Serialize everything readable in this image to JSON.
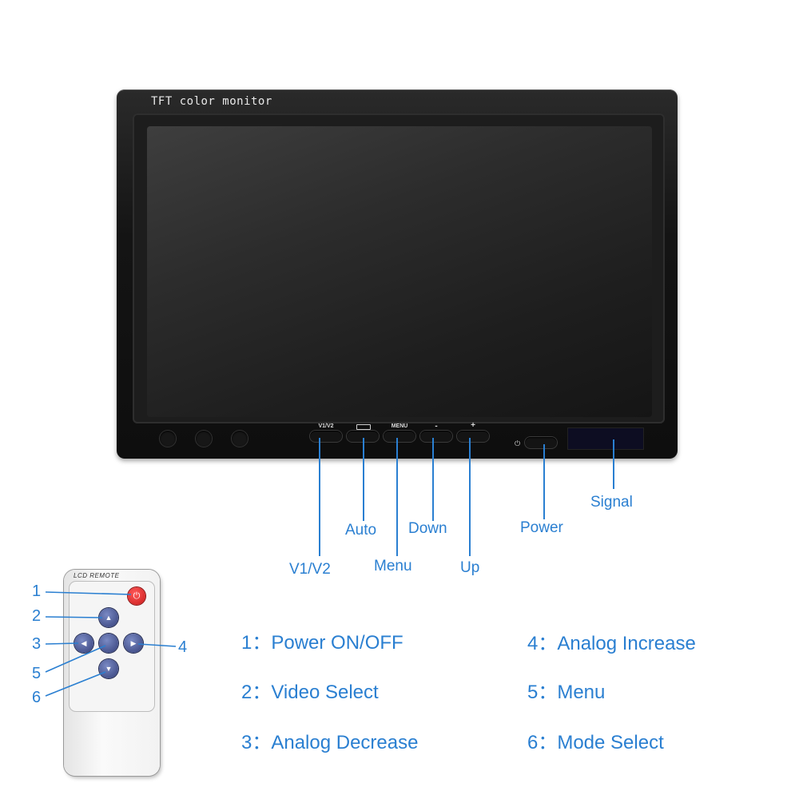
{
  "monitor": {
    "title": "TFT color monitor",
    "button_labels": {
      "v1v2": "V1/V2",
      "menu": "MENU",
      "minus": "-",
      "plus": "+"
    },
    "power_symbol": "⏻"
  },
  "callouts": {
    "v1v2": "V1/V2",
    "auto": "Auto",
    "menu": "Menu",
    "down": "Down",
    "up": "Up",
    "power": "Power",
    "signal": "Signal"
  },
  "remote": {
    "label": "LCD REMOTE",
    "numbers": [
      "1",
      "2",
      "3",
      "4",
      "5",
      "6"
    ]
  },
  "legend": [
    {
      "text": "1：Power ON/OFF"
    },
    {
      "text": "2：Video Select"
    },
    {
      "text": "3：Analog Decrease"
    },
    {
      "text": "4：Analog Increase"
    },
    {
      "text": "5：Menu"
    },
    {
      "text": "6：Mode Select"
    }
  ],
  "colors": {
    "accent": "#2a7fd1",
    "remote_button": "#3b4785",
    "power_button": "#d62222"
  }
}
